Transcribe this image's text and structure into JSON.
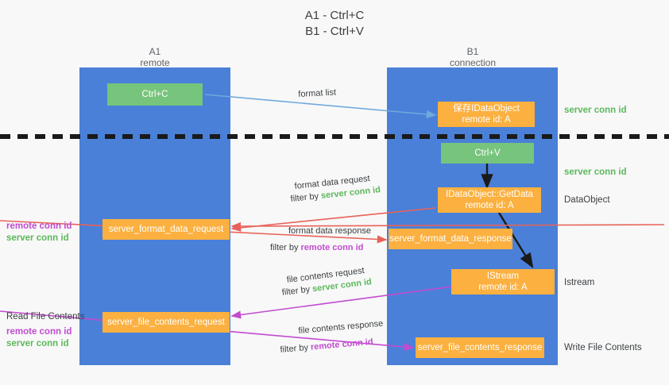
{
  "title": {
    "line1": "A1 - Ctrl+C",
    "line2": "B1 - Ctrl+V"
  },
  "columns": {
    "left": {
      "name": "A1",
      "role": "remote"
    },
    "right": {
      "name": "B1",
      "role": "connection"
    }
  },
  "boxes": {
    "ctrl_c": {
      "line1": "Ctrl+C"
    },
    "ctrl_v": {
      "line1": "Ctrl+V"
    },
    "save_dataobject": {
      "line1": "保存IDataObject",
      "line2": "remote id: A"
    },
    "getdata": {
      "line1": "IDataObject::GetData",
      "line2": "remote id: A"
    },
    "istream": {
      "line1": "IStream",
      "line2": "remote id: A"
    },
    "format_data_request": {
      "line1": "server_format_data_request"
    },
    "format_data_response": {
      "line1": "server_format_data_response"
    },
    "file_contents_request": {
      "line1": "server_file_contents_request"
    },
    "file_contents_response": {
      "line1": "server_file_contents_response"
    }
  },
  "edge_labels": {
    "format_list": "format list",
    "format_data_request": {
      "main": "format data request",
      "filter_prefix": "filter by ",
      "filter_value": "server conn id"
    },
    "format_data_response": {
      "main": "format data response",
      "filter_prefix": "filter by ",
      "filter_value": "remote conn id"
    },
    "file_contents_request": {
      "main": "file contents request",
      "filter_prefix": "filter by ",
      "filter_value": "server conn id"
    },
    "file_contents_response": {
      "main": "file contents response",
      "filter_prefix": "filter by ",
      "filter_value": "remote conn id"
    }
  },
  "left_annotations": {
    "conn_ids_upper": {
      "remote": "remote conn id",
      "server": "server conn id"
    },
    "read_file_contents": "Read File Contents",
    "conn_ids_lower": {
      "remote": "remote conn id",
      "server": "server conn id"
    }
  },
  "right_annotations": {
    "server_conn_id_top": "server conn id",
    "server_conn_id_mid": "server conn id",
    "dataobject": "DataObject",
    "istream": "Istream",
    "write_file_contents": "Write File Contents"
  },
  "colors": {
    "lane": "#4a80d8",
    "green_box": "#77c47c",
    "orange_box": "#fbb040",
    "accent_green": "#5cb85c",
    "accent_magenta": "#c24bd0",
    "arrow_lightblue": "#6fa8dc",
    "arrow_red": "#e8625a",
    "arrow_dark": "#1a1a1a",
    "background": "#f8f8f8"
  }
}
